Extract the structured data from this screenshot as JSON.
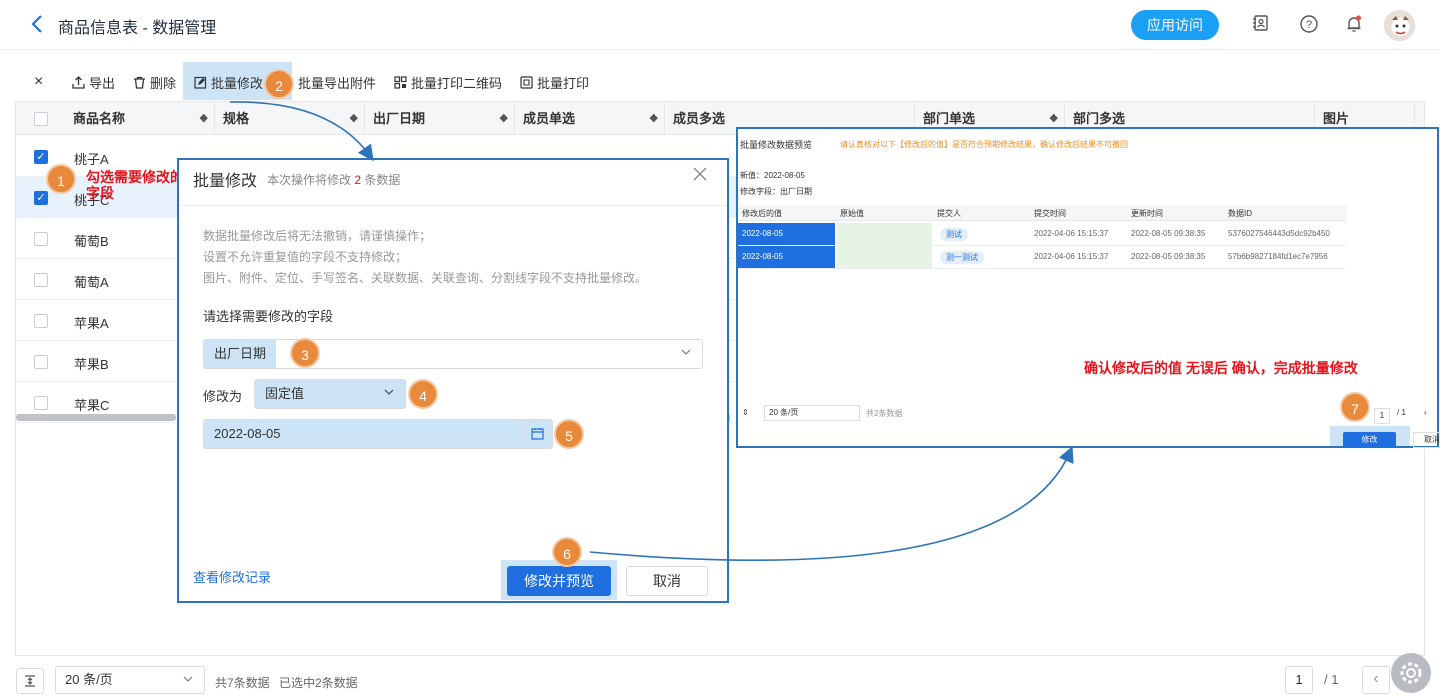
{
  "header": {
    "back_icon": "chevron-left-icon",
    "title": "商品信息表 - 数据管理",
    "visit_button": "应用访问"
  },
  "toolbar": {
    "close": "×",
    "export": "导出",
    "delete": "删除",
    "batch_edit": "批量修改",
    "batch_export_attach": "批量导出附件",
    "batch_print_qr": "批量打印二维码",
    "batch_print": "批量打印"
  },
  "table": {
    "columns": [
      "商品名称",
      "规格",
      "出厂日期",
      "成员单选",
      "成员多选",
      "部门单选",
      "部门多选",
      "图片"
    ],
    "rows": [
      {
        "name": "桃子A",
        "checked": true
      },
      {
        "name": "桃子C",
        "checked": true
      },
      {
        "name": "葡萄B",
        "checked": false
      },
      {
        "name": "葡萄A",
        "checked": false
      },
      {
        "name": "苹果A",
        "checked": false
      },
      {
        "name": "苹果B",
        "checked": false
      },
      {
        "name": "苹果C",
        "checked": false
      }
    ]
  },
  "annotations": {
    "step1": "1",
    "step1_text": "勾选需要修改的字段",
    "step2": "2",
    "step3": "3",
    "step4": "4",
    "step5": "5",
    "step6": "6",
    "step7": "7",
    "preview_note": "确认修改后的值 无误后 确认，完成批量修改"
  },
  "modal": {
    "title": "批量修改",
    "subtitle_prefix": "本次操作将修改",
    "subtitle_count": "2",
    "subtitle_suffix": "条数据",
    "tip1": "数据批量修改后将无法撤销，请谨慎操作；",
    "tip2": "设置不允许重复值的字段不支持修改；",
    "tip3": "图片、附件、定位、手写签名、关联数据、关联查询、分割线字段不支持批量修改。",
    "field_label": "请选择需要修改的字段",
    "field_value": "出厂日期",
    "modify_label": "修改为",
    "modify_mode": "固定值",
    "date_value": "2022-08-05",
    "history_link": "查看修改记录",
    "confirm_button": "修改并预览",
    "cancel_button": "取消"
  },
  "preview": {
    "title": "批量修改数据预览",
    "warning": "请认真核对以下【修改后的值】是否符合预期修改结果，确认修改后结果不可撤回",
    "new_value": "新值：2022-08-05",
    "field": "修改字段：出厂日期",
    "columns": [
      "修改后的值",
      "原始值",
      "提交人",
      "提交时间",
      "更新时间",
      "数据ID"
    ],
    "rows": [
      {
        "new": "2022-08-05",
        "submitter": "测试",
        "submit_time": "2022-04-06 15:15:37",
        "update_time": "2022-08-05 09:38:35",
        "id": "5376027546443d5dc92b450"
      },
      {
        "new": "2022-08-05",
        "submitter": "测一测试",
        "submit_time": "2022-04-06 15:15:37",
        "update_time": "2022-08-05 09:38:35",
        "id": "57b6b9827184fd1ec7e7956"
      }
    ],
    "page_size": "20 条/页",
    "total": "共2条数据",
    "page": "1",
    "page_total": "/ 1",
    "confirm": "修改",
    "cancel": "取消"
  },
  "footer": {
    "page_size": "20 条/页",
    "summary": "共7条数据",
    "selected": "已选中2条数据",
    "page": "1",
    "page_total": "/ 1"
  },
  "colors": {
    "accent": "#1f6fe0",
    "badge": "#e8893c",
    "annotation_red": "#e0161c",
    "highlight": "#cde4f6"
  }
}
